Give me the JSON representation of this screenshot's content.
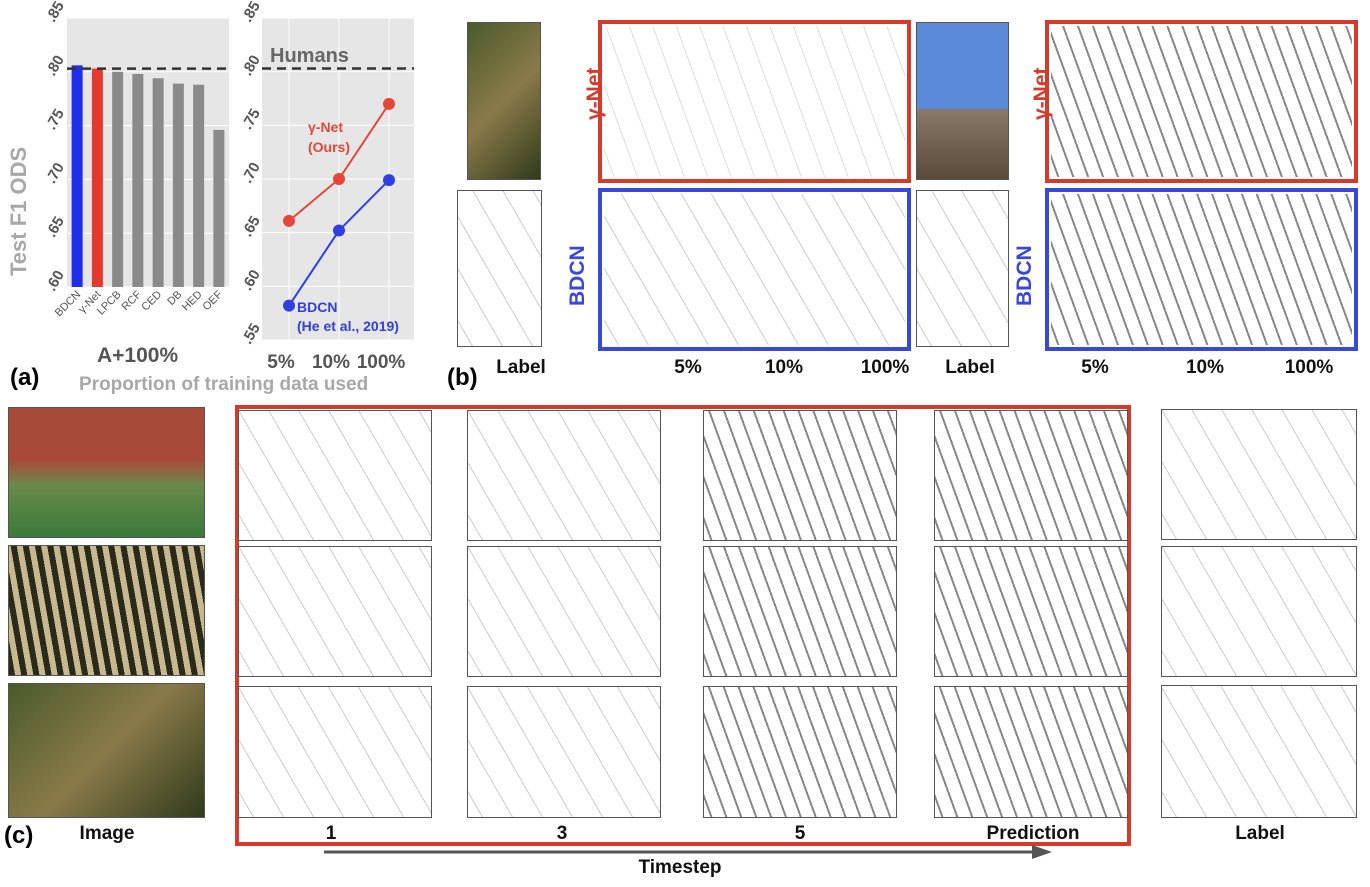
{
  "chart_data": [
    {
      "type": "bar",
      "categories": [
        "BDCN",
        "γ-Net",
        "LPCB",
        "RCF",
        "CED",
        "DB",
        "HED",
        "OEF"
      ],
      "values": [
        0.806,
        0.803,
        0.8,
        0.798,
        0.794,
        0.789,
        0.788,
        0.746
      ],
      "bar_colors": [
        "#1f2fe8",
        "#e43a2e",
        "#8a8a8a",
        "#8a8a8a",
        "#8a8a8a",
        "#8a8a8a",
        "#8a8a8a",
        "#8a8a8a"
      ],
      "ylabel": "Test F1 ODS",
      "xlabel": "A+100%",
      "ylim": [
        0.6,
        0.85
      ],
      "yticks": [
        ".60",
        ".65",
        ".70",
        ".75",
        ".80",
        ".85"
      ],
      "reference_line": {
        "value": 0.803,
        "style": "dashed"
      },
      "grid": true
    },
    {
      "type": "line",
      "categories": [
        "5%",
        "10%",
        "100%"
      ],
      "series": [
        {
          "name": "γ-Net (Ours)",
          "label_lines": [
            "γ-Net",
            "(Ours)"
          ],
          "values": [
            0.661,
            0.7,
            0.77
          ],
          "color": "#e4463a"
        },
        {
          "name": "BDCN (He et al., 2019)",
          "label_lines": [
            "BDCN",
            "(He et al., 2019)"
          ],
          "values": [
            0.582,
            0.652,
            0.699
          ],
          "color": "#2f3fe0"
        }
      ],
      "reference_line": {
        "value": 0.803,
        "label": "Humans",
        "style": "dashed"
      },
      "ylim": [
        0.55,
        0.85
      ],
      "yticks": [
        ".55",
        ".60",
        ".65",
        ".70",
        ".75",
        ".80",
        ".85"
      ],
      "grid": true
    }
  ],
  "panel_a": {
    "letter": "(a)",
    "shared_xlabel": "Proportion of training data used"
  },
  "panel_b": {
    "letter": "(b)",
    "row_labels": {
      "top": "γ-Net",
      "bottom": "BDCN"
    },
    "column_labels": [
      "Label",
      "5%",
      "10%",
      "100%",
      "Label",
      "5%",
      "10%",
      "100%"
    ]
  },
  "panel_c": {
    "letter": "(c)",
    "column_labels": {
      "image": "Image",
      "t1": "1",
      "t3": "3",
      "t5": "5",
      "prediction": "Prediction",
      "label": "Label"
    },
    "axis_label": "Timestep"
  },
  "colors": {
    "gamma_net": "#d63a2a",
    "bdcn": "#3848d8"
  }
}
